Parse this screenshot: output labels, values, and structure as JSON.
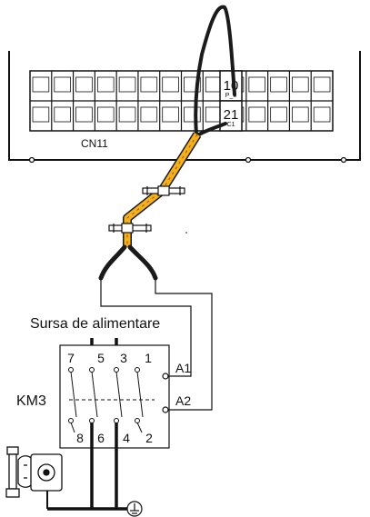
{
  "terminal_block": {
    "label": "CN11",
    "upper_terminal": {
      "number": "10",
      "code": "P_0"
    },
    "lower_terminal": {
      "number": "21",
      "code": "C1"
    }
  },
  "power_supply_label": "Sursa de alimentare",
  "contactor": {
    "label": "KM3",
    "top_terminals": [
      "7",
      "5",
      "3",
      "1"
    ],
    "bottom_terminals": [
      "8",
      "6",
      "4",
      "2"
    ],
    "coil_terminals": [
      "A1",
      "A2"
    ]
  },
  "colors": {
    "cable_sheath": "#f5b01c",
    "wire": "#1a1a1a",
    "line": "#111111"
  },
  "icons": [
    "circulation-pump-icon",
    "ground-icon",
    "cable-clamp-icon"
  ]
}
